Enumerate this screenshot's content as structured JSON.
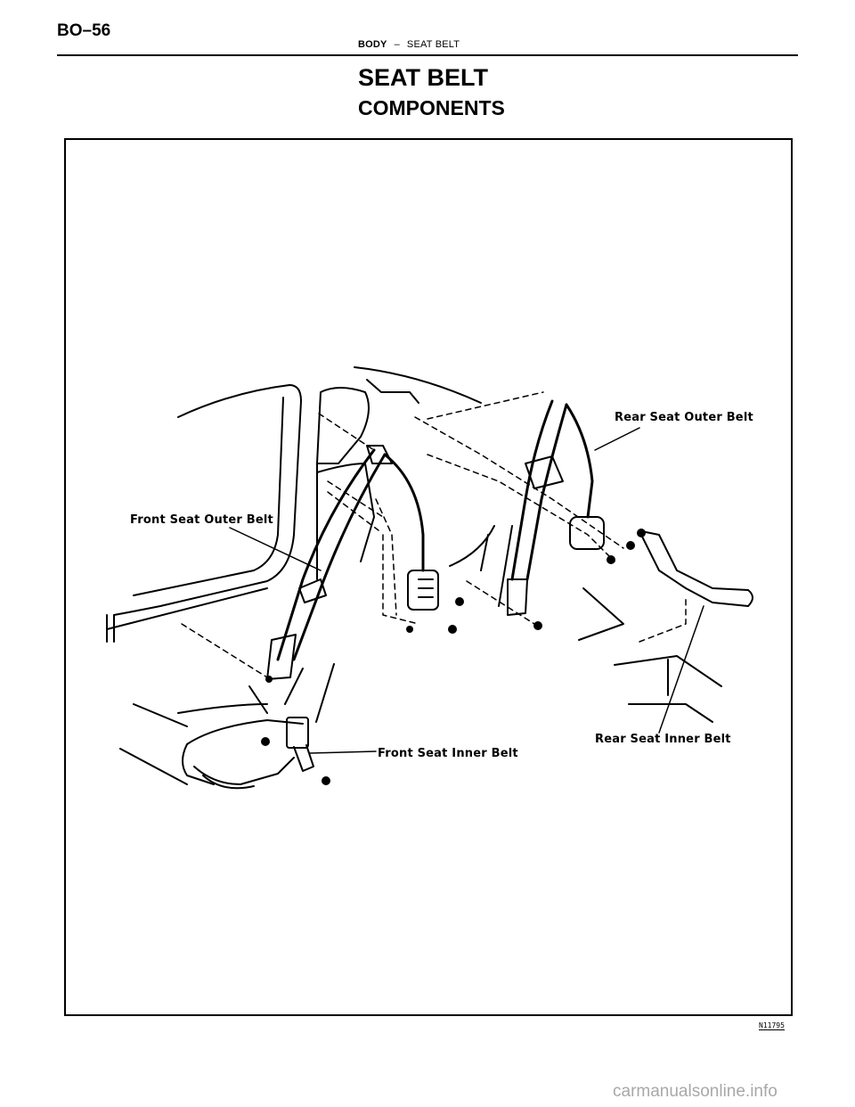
{
  "header": {
    "page_number": "BO–56",
    "section_main": "BODY",
    "section_separator": "–",
    "section_sub": "SEAT BELT"
  },
  "title": "SEAT BELT",
  "subtitle": "COMPONENTS",
  "figure": {
    "labels": {
      "rear_outer": "Rear Seat Outer Belt",
      "front_outer": "Front Seat Outer Belt",
      "front_inner": "Front Seat Inner Belt",
      "rear_inner": "Rear Seat Inner Belt"
    },
    "figure_code": "N11795"
  },
  "watermark": "carmanualsonline.info"
}
